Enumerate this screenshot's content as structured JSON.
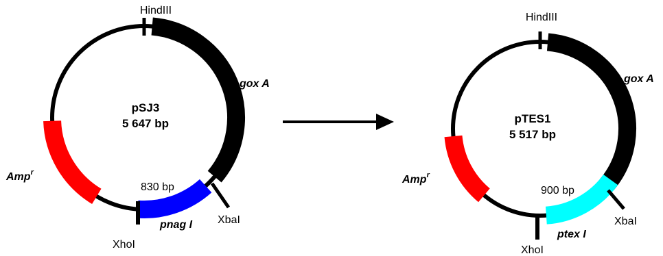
{
  "plasmid_1": {
    "name": "pSJ3",
    "size": "5 647 bp",
    "site_top": "HindIII",
    "site_bottom": "XhoI",
    "site_right": "XbaI",
    "gene_top": "gox A",
    "gene_left": "Amp",
    "gene_left_sup": "r",
    "gene_bottom": "pnag I",
    "insert_size": "830 bp",
    "colors": {
      "backbone": "#000000",
      "gox": "#000000",
      "amp": "#ff0000",
      "insert": "#0000ff"
    }
  },
  "plasmid_2": {
    "name": "pTES1",
    "size": "5 517 bp",
    "site_top": "HindIII",
    "site_bottom": "XhoI",
    "site_right": "XbaI",
    "gene_top": "gox A",
    "gene_left": "Amp",
    "gene_left_sup": "r",
    "gene_bottom": "ptex I",
    "insert_size": "900 bp",
    "colors": {
      "backbone": "#000000",
      "gox": "#000000",
      "amp": "#ff0000",
      "insert": "#00ffff"
    }
  },
  "arrow": {
    "direction": "right",
    "color": "#000000"
  }
}
